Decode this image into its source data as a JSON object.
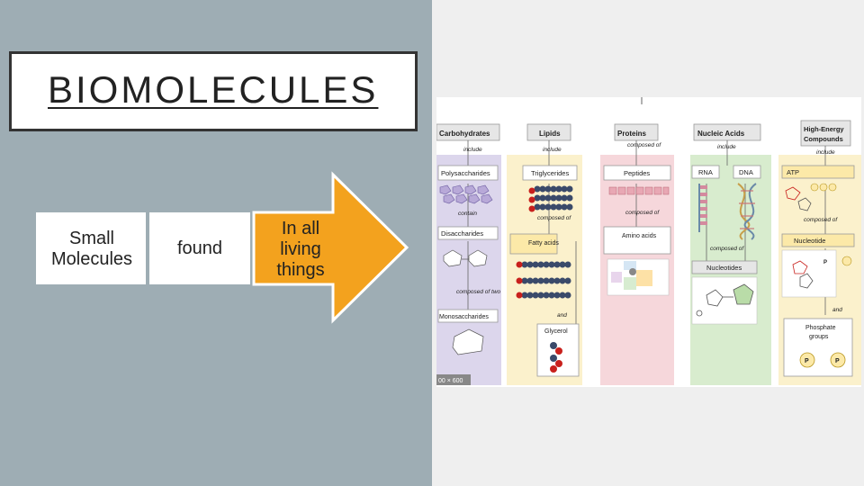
{
  "slide": {
    "title": "BIOMOLECULES",
    "flow": {
      "step1": [
        "Small",
        "Molecules"
      ],
      "step2": "found",
      "step3": [
        "In all",
        "living",
        "things"
      ]
    }
  },
  "diagram": {
    "columns": [
      {
        "header": "Carbohydrates",
        "color": "#dcd6ec",
        "labels": [
          "include",
          "Polysaccharides",
          "contain",
          "Disaccharides",
          "composed of two",
          "Monosaccharides"
        ]
      },
      {
        "header": "Lipids",
        "color": "#fbf1cc",
        "labels": [
          "include",
          "Triglycerides",
          "composed of",
          "Fatty acids",
          "and",
          "Glycerol"
        ]
      },
      {
        "header": "Proteins",
        "color": "#f6d7db",
        "labels": [
          "composed of",
          "Peptides",
          "composed of",
          "Amino acids"
        ]
      },
      {
        "header": "Nucleic Acids",
        "color": "#d8ecce",
        "labels": [
          "include",
          "RNA",
          "DNA",
          "composed of",
          "Nucleotides"
        ]
      },
      {
        "header": "High-Energy Compounds",
        "header_lines": [
          "High-Energy",
          "Compounds"
        ],
        "color": "#fbf1cc",
        "labels": [
          "include",
          "ATP",
          "composed of",
          "Nucleotide",
          "and",
          "Phosphate groups"
        ],
        "phosphate_lines": [
          "Phosphate",
          "groups"
        ],
        "symbol": "P"
      }
    ],
    "size_badge": "00 × 600"
  },
  "colors": {
    "left_panel": "#9eadb4",
    "arrow_orange": "#f3a21e",
    "header_box": "#e6e6e6"
  }
}
